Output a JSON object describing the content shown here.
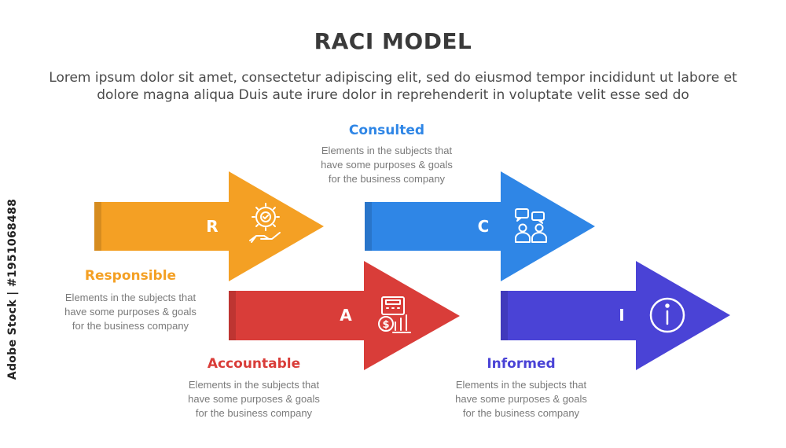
{
  "title": "RACI MODEL",
  "subtitle": "Lorem ipsum dolor sit amet, consectetur adipiscing elit, sed do eiusmod tempor incididunt ut labore et dolore magna aliqua Duis aute irure dolor in reprehenderit in voluptate velit esse sed do",
  "watermark": "Adobe Stock | #1951068488",
  "items": [
    {
      "letter": "R",
      "label": "Responsible",
      "color": "#f4a024",
      "icon": "gear-hand-icon",
      "desc": "Elements in the subjects that\nhave  some purposes & goals\nfor the  business company"
    },
    {
      "letter": "C",
      "label": "Consulted",
      "color": "#2f86e6",
      "icon": "people-chat-icon",
      "desc": "Elements in the subjects that\nhave  some purposes & goals\nfor the  business company"
    },
    {
      "letter": "A",
      "label": "Accountable",
      "color": "#d93d39",
      "icon": "calculator-money-icon",
      "desc": "Elements in the subjects that\nhave  some purposes & goals\nfor the  business company"
    },
    {
      "letter": "I",
      "label": "Informed",
      "color": "#4a43d6",
      "icon": "info-icon",
      "desc": "Elements in the subjects that\nhave  some purposes & goals\nfor the  business company"
    }
  ]
}
